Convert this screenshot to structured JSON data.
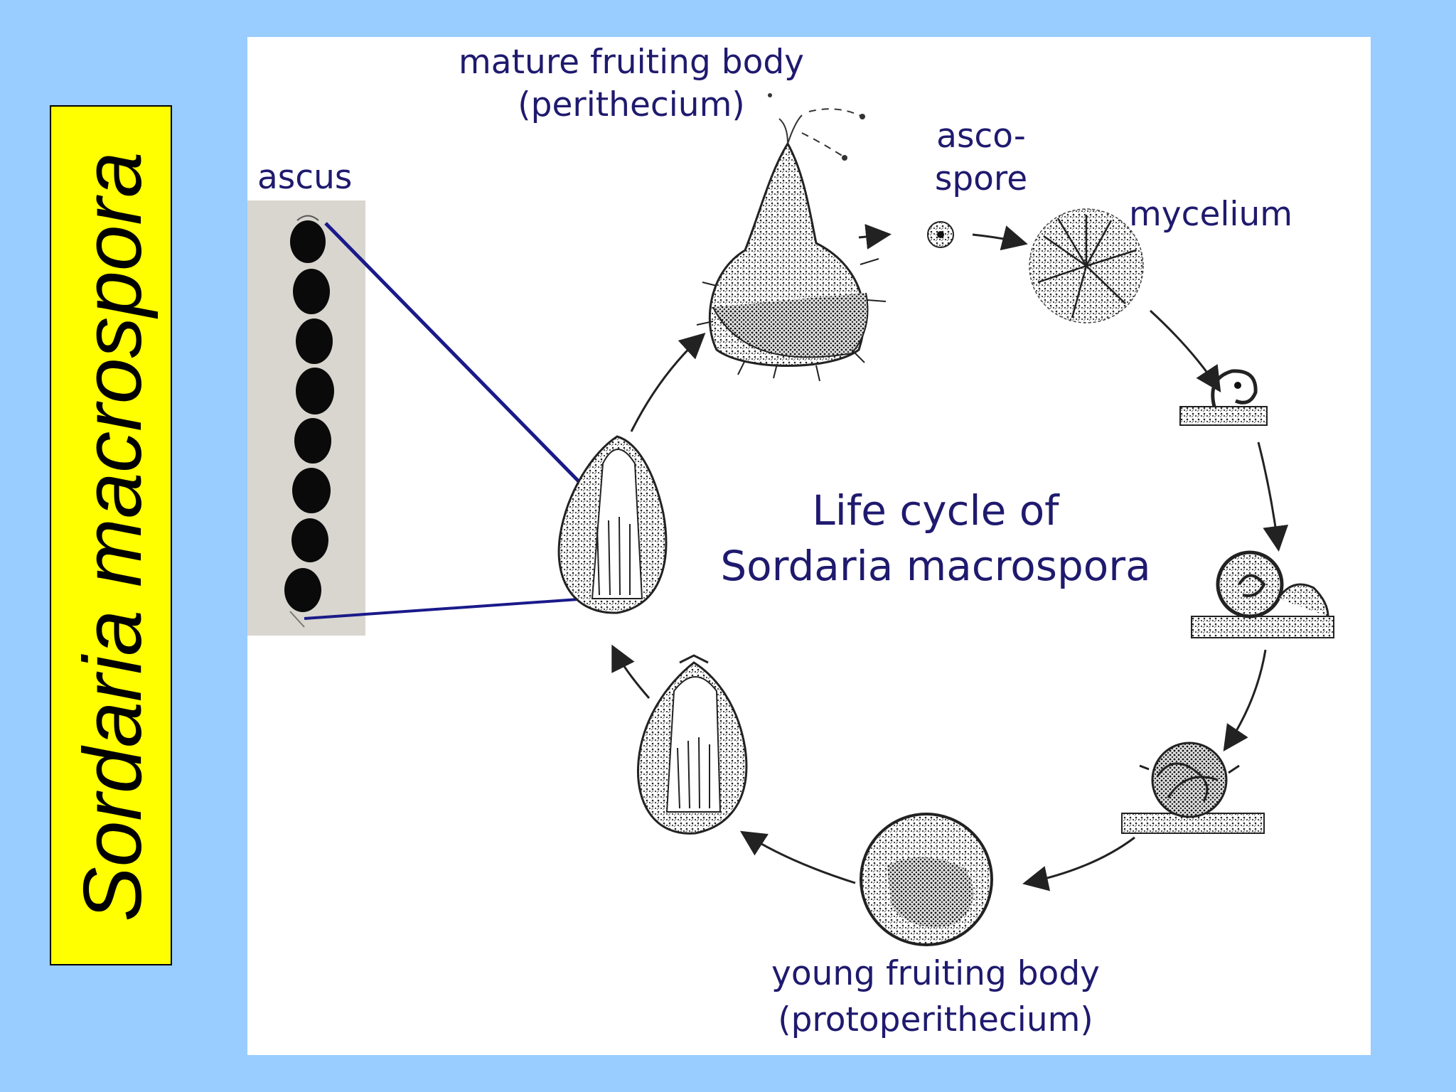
{
  "side_title": "Sordaria macrospora",
  "diagram": {
    "title_line1": "Life cycle of",
    "title_line2": "Sordaria macrospora",
    "labels": {
      "ascus": "ascus",
      "mature_line1": "mature fruiting body",
      "mature_line2": "(perithecium)",
      "ascospore_line1": "asco-",
      "ascospore_line2": "spore",
      "mycelium": "mycelium",
      "young_line1": "young fruiting body",
      "young_line2": "(protoperithecium)"
    }
  },
  "colors": {
    "background": "#99CCFF",
    "title_box": "#FFFF00",
    "label_text": "#1f1a6e",
    "pointer_line": "#1a1a8a"
  }
}
